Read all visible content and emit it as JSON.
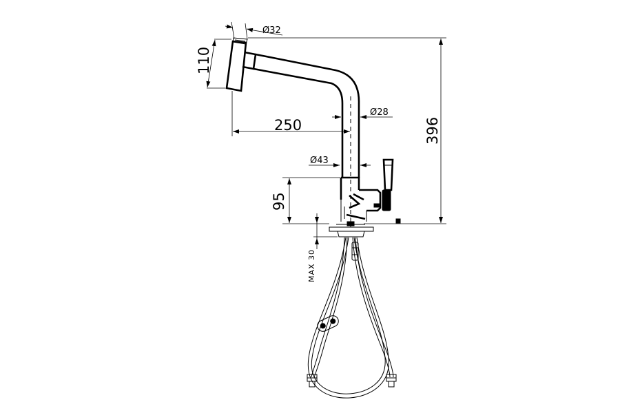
{
  "dimensions": {
    "spray_head_diameter": "Ø32",
    "spray_head_length": "110",
    "spout_reach": "250",
    "spout_diameter": "Ø28",
    "body_diameter": "Ø43",
    "body_height": "95",
    "total_height": "396",
    "max_counter_thickness": "MAX 30"
  },
  "colors": {
    "line": "#000000",
    "background": "#ffffff"
  }
}
